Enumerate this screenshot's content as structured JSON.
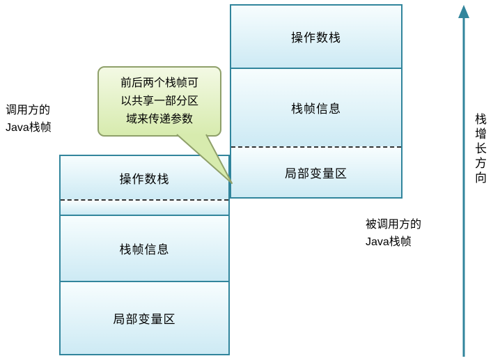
{
  "caller_frame": {
    "label_lines": [
      "调用方的",
      "Java栈帧"
    ],
    "sections": [
      "操作数栈",
      "栈帧信息",
      "局部变量区"
    ]
  },
  "callee_frame": {
    "label_lines": [
      "被调用方的",
      "Java栈帧"
    ],
    "sections": [
      "操作数栈",
      "栈帧信息",
      "局部变量区"
    ]
  },
  "callout": {
    "lines": [
      "前后两个栈帧可",
      "以共享一部分区",
      "域来传递参数"
    ]
  },
  "growth_arrow": {
    "label": "栈增长方向"
  },
  "colors": {
    "frame_border": "#31859c",
    "frame_fill_top": "#f7fdfe",
    "frame_fill_bottom": "#cdeaf4",
    "dashed_line": "#333333",
    "callout_border": "#8fa06a",
    "callout_fill_top": "#f3f9e4",
    "callout_fill_bottom": "#d7ebae",
    "arrow": "#31859c",
    "text": "#000000"
  }
}
